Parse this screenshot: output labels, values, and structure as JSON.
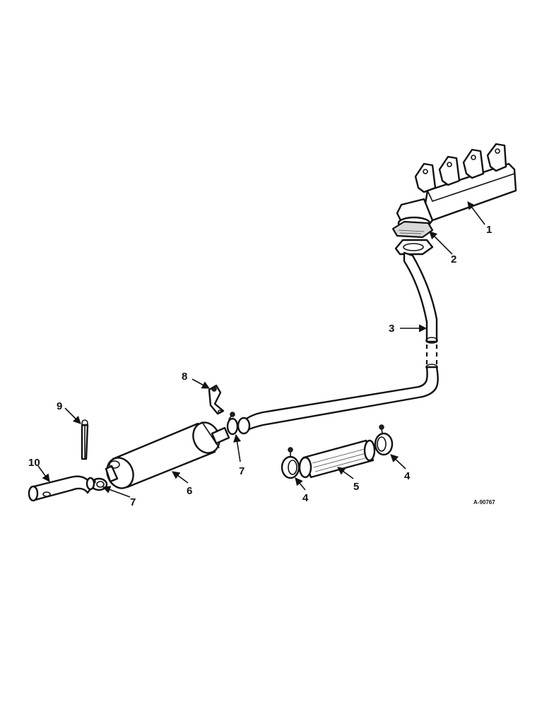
{
  "callouts": [
    {
      "id": "1",
      "label": "1"
    },
    {
      "id": "2",
      "label": "2"
    },
    {
      "id": "3",
      "label": "3"
    },
    {
      "id": "4a",
      "label": "4"
    },
    {
      "id": "4b",
      "label": "4"
    },
    {
      "id": "5",
      "label": "5"
    },
    {
      "id": "6",
      "label": "6"
    },
    {
      "id": "7a",
      "label": "7"
    },
    {
      "id": "7b",
      "label": "7"
    },
    {
      "id": "8",
      "label": "8"
    },
    {
      "id": "9",
      "label": "9"
    },
    {
      "id": "10",
      "label": "10"
    }
  ],
  "reference_code": "A-90767"
}
